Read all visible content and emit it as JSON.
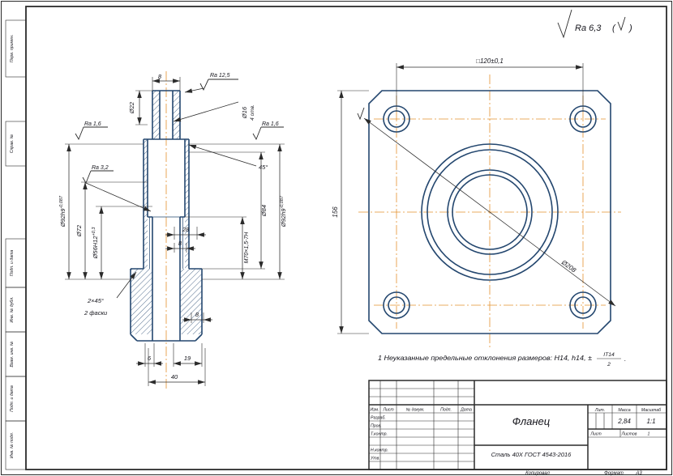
{
  "drawing": {
    "title": "Фланец",
    "material": "Сталь 40Х ГОСТ 4543-2016",
    "mass": "2,84",
    "scale": "1:1",
    "sheets": "1",
    "copied": "Копировал",
    "format_label": "Формат",
    "format": "А3"
  },
  "general_roughness": {
    "value": "Ra 6,3",
    "paren_open": "(",
    "paren_close": ")"
  },
  "margin_labels": [
    "Перв. примен.",
    "Справ. №",
    "Подп. и дата",
    "Инв. № дубл.",
    "Взам. инв. №",
    "Подп. и дата",
    "Инв. № подл."
  ],
  "section_view": {
    "dim_top_8": "8",
    "ra_125": "Ra 12,5",
    "d22": "Ø22",
    "d16": "Ø16",
    "d16_holes": "4 отв.",
    "ra_16_left": "Ra 1,6",
    "ra_16_right": "Ra 1,6",
    "angle_45": "45°",
    "ra_32": "Ra 3,2",
    "d92_left": "Ø92h9",
    "d92_left_tol": "-0,087",
    "d72": "Ø72",
    "d56": "Ø56H12",
    "d56_tol": "+0,3",
    "dim_28": "28",
    "dim_8_mid": "8",
    "m70": "M70×1,5-7H",
    "d84": "Ø84",
    "d92_right": "Ø92h9",
    "d92_right_tol": "-0,087",
    "chamfer_line1": "2×45°",
    "chamfer_line2": "2 фаски",
    "dim_8_right": "8",
    "dim_6": "6",
    "dim_19": "19",
    "dim_40": "40"
  },
  "face_view": {
    "dim_square_120": "□120±0,1",
    "dim_side_156": "156",
    "dim_diag": "Ø208"
  },
  "note": {
    "prefix": "1  Неуказанные предельные отклонения размеров: H14, h14, ±",
    "frac_num": "IT14",
    "frac_den": "2",
    "suffix": "."
  },
  "title_block": {
    "header_cols": [
      "Изм.",
      "Лист",
      "№ докум.",
      "Подп.",
      "Дата"
    ],
    "roles": [
      "Разраб.",
      "Пров.",
      "Т.контр.",
      "Н.контр.",
      "Утв."
    ],
    "lit_label": "Лит.",
    "mass_label": "Масса",
    "scale_label": "Масштаб",
    "sheet_label": "Лист",
    "sheets_label": "Листов"
  }
}
